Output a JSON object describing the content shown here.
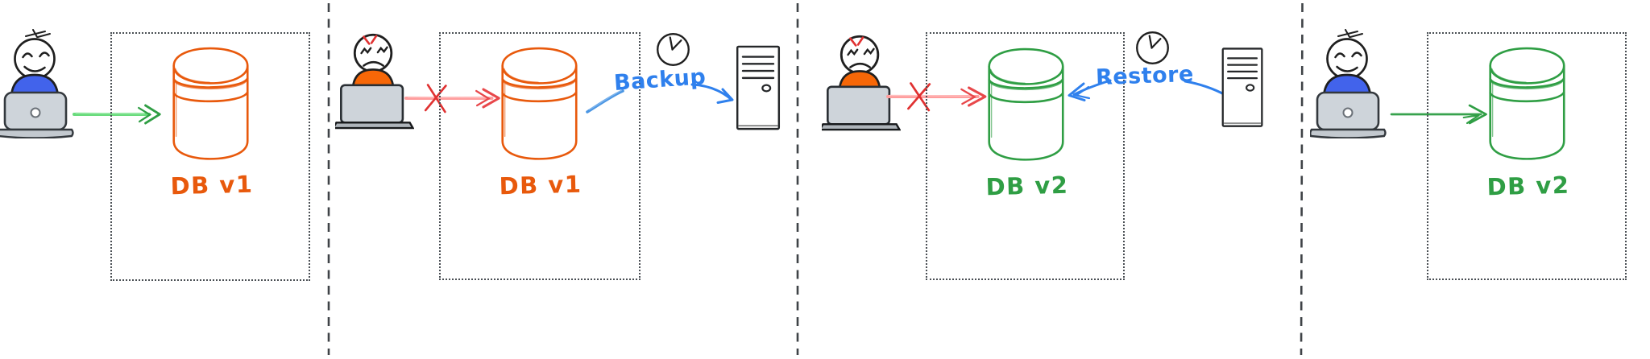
{
  "diagram": {
    "background": "#ffffff",
    "divider_count": 3,
    "icon_map": {
      "happy-user-at-laptop-icon": "smiling stick figure behind grey laptop",
      "angry-user-at-laptop-icon": "angry stick figure with red anger mark behind grey laptop",
      "database-cylinder-icon": "hand-drawn database cylinder with two bands",
      "clock-icon": "hand-drawn clock face, hands at 12 and 2",
      "server-tower-icon": "tower server with four vent lines and power button",
      "green-arrow-icon": "solid green arrow pointing right",
      "blocked-arrow-icon": "red arrow crossed out with an X",
      "blue-arrow-icon": "blue annotation arrow"
    },
    "panels": [
      {
        "name": "working-v1",
        "user": {
          "mood": "happy",
          "shirt_color": "#4263eb"
        },
        "arrow": {
          "kind": "solid-green",
          "shaft_color": "#69db7c",
          "head_color": "#2f9e44"
        },
        "database": {
          "label": "DB v1",
          "color": "#e8590c"
        }
      },
      {
        "name": "failure-backup",
        "user": {
          "mood": "angry",
          "shirt_color": "#f76707"
        },
        "arrow": {
          "kind": "blocked-red",
          "shaft_color": "#ff9d9d",
          "head_color": "#e03131"
        },
        "database": {
          "label": "DB v1",
          "color": "#e8590c"
        },
        "action": {
          "label": "Backup",
          "color": "#2f80ed",
          "direction": "database-to-server"
        },
        "clock": true,
        "server": true
      },
      {
        "name": "failure-restore",
        "user": {
          "mood": "angry",
          "shirt_color": "#f76707"
        },
        "arrow": {
          "kind": "blocked-red",
          "shaft_color": "#ff9d9d",
          "head_color": "#e03131"
        },
        "database": {
          "label": "DB v2",
          "color": "#2f9e44"
        },
        "action": {
          "label": "Restore",
          "color": "#2f80ed",
          "direction": "server-to-database"
        },
        "clock": true,
        "server": true
      },
      {
        "name": "working-v2",
        "user": {
          "mood": "happy",
          "shirt_color": "#4263eb"
        },
        "arrow": {
          "kind": "solid-green",
          "shaft_color": "#37a24d",
          "head_color": "#2f9e44"
        },
        "database": {
          "label": "DB v2",
          "color": "#2f9e44"
        }
      }
    ]
  }
}
